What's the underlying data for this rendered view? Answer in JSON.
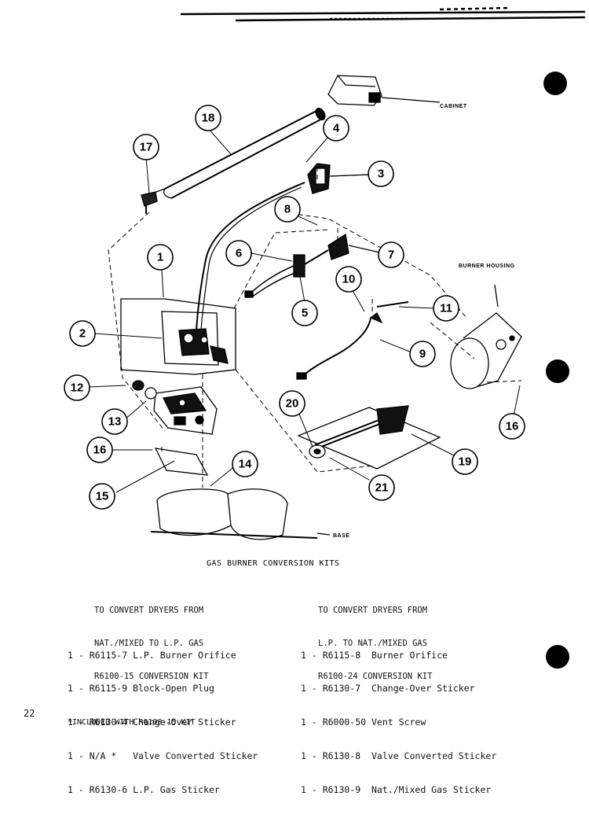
{
  "callouts": [
    "1",
    "2",
    "3",
    "4",
    "5",
    "6",
    "7",
    "8",
    "9",
    "10",
    "11",
    "12",
    "13",
    "14",
    "15",
    "16",
    "17",
    "18",
    "19",
    "20",
    "21"
  ],
  "labels": {
    "cabinet": "CABINET",
    "burner_housing": "BURNER HOUSING",
    "base": "BASE"
  },
  "caption": "GAS BURNER CONVERSION KITS",
  "kit_left": {
    "heading": [
      "TO CONVERT DRYERS FROM",
      "NAT./MIXED TO L.P. GAS",
      "R6100-15 CONVERSION KIT"
    ],
    "items": [
      "1 - R6115-7 L.P. Burner Orifice",
      "1 - R6115-9 Block-Open Plug",
      "1 - R6130-4 Change-Over Sticker",
      "1 - N/A *   Valve Converted Sticker",
      "1 - R6130-6 L.P. Gas Sticker"
    ]
  },
  "kit_right": {
    "heading": [
      "TO CONVERT DRYERS FROM",
      "L.P. TO NAT./MIXED GAS",
      "R6100-24 CONVERSION KIT"
    ],
    "items": [
      "1 - R6115-8  Burner Orifice",
      "1 - R6130-7  Change-Over Sticker",
      "1 - R6000-50 Vent Screw",
      "1 - R6130-8  Valve Converted Sticker",
      "1 - R6130-9  Nat./Mixed Gas Sticker"
    ]
  },
  "page_number": "22",
  "footnote": "*INCLUDED WITH R6100-15 KIT"
}
